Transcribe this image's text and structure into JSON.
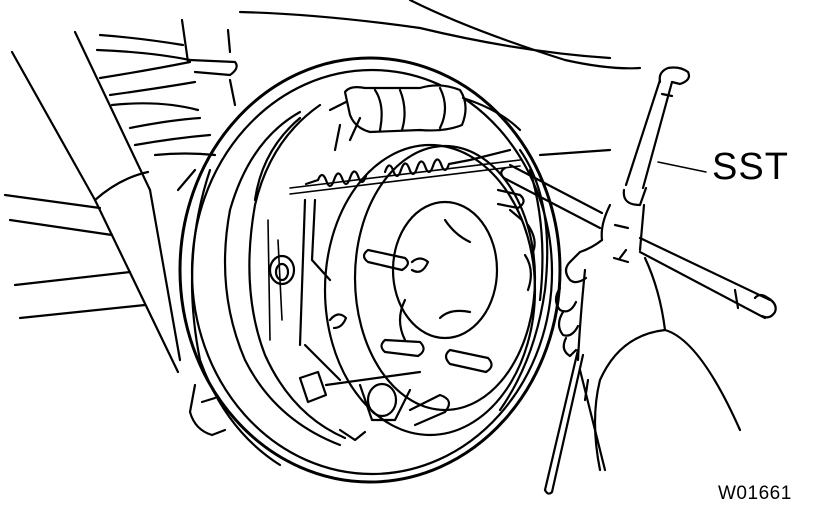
{
  "figure": {
    "subject": "Drum brake assembly with special service tool removing return spring",
    "callouts": [
      {
        "id": "sst",
        "text": "SST"
      }
    ],
    "figure_code": "W01661"
  },
  "colors": {
    "line": "#000000",
    "background": "#ffffff"
  }
}
